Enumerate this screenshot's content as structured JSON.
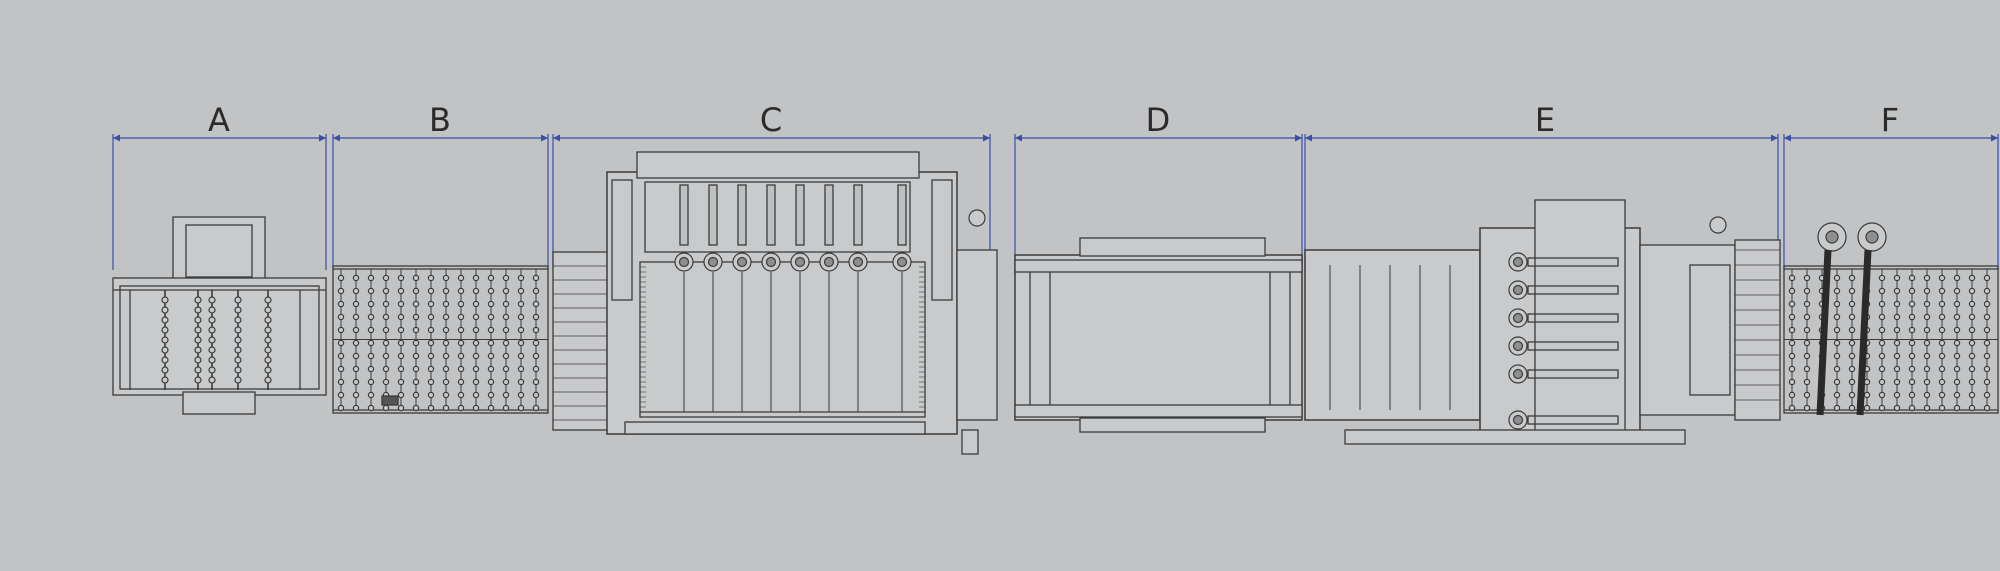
{
  "diagram": {
    "sections": [
      {
        "label": "A"
      },
      {
        "label": "B"
      },
      {
        "label": "C"
      },
      {
        "label": "D"
      },
      {
        "label": "E"
      },
      {
        "label": "F"
      }
    ],
    "colors": {
      "background": "#c2c3c5",
      "dimension_line": "#3a4fa8",
      "drawing_line": "#3b3b3b",
      "machine_fill": "#c9cacc"
    }
  }
}
